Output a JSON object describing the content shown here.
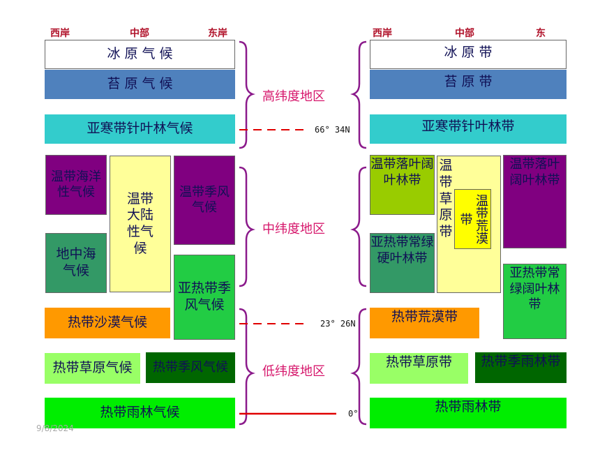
{
  "header": {
    "left": [
      "西岸",
      "中部",
      "东岸"
    ],
    "right": [
      "西岸",
      "中部",
      "东"
    ]
  },
  "left": {
    "ice": "冰 原 气 候",
    "tundra": "苔 原 气 候",
    "subarctic": "亚寒带针叶林气候",
    "temperate_oceanic": "温带海洋性气候",
    "temperate_continental": "温带大陆性气候",
    "temperate_monsoon": "温带季风气候",
    "mediterranean": "地中海气候",
    "subtropical_monsoon": "亚热带季风气候",
    "tropical_desert": "热带沙漠气候",
    "savanna": "热带草原气候",
    "tropical_monsoon": "热带季风气候",
    "rainforest": "热带雨林气候"
  },
  "zones": {
    "high": "高纬度地区",
    "mid": "中纬度地区",
    "low": "低纬度地区"
  },
  "latitudes": {
    "arctic": "66° 34N",
    "tropic": "23° 26N",
    "equator": "0°"
  },
  "right": {
    "ice": "冰 原 带",
    "tundra": "苔 原 带",
    "taiga": "亚寒带针叶林带",
    "deciduous": "温带落叶阔叶林带",
    "steppe": "温带草原带",
    "desert": "温带荒漠带",
    "deciduous_east": "温带落叶阔叶林带",
    "sclerophyll": "亚热带常绿硬叶林带",
    "evergreen": "亚热带常绿阔叶林带",
    "tropical_desert": "热带荒漠带",
    "savanna": "热带草原带",
    "monsoon_forest": "热带季雨林带",
    "rainforest": "热带雨林带"
  },
  "footer": {
    "date": "9/8/2024"
  }
}
